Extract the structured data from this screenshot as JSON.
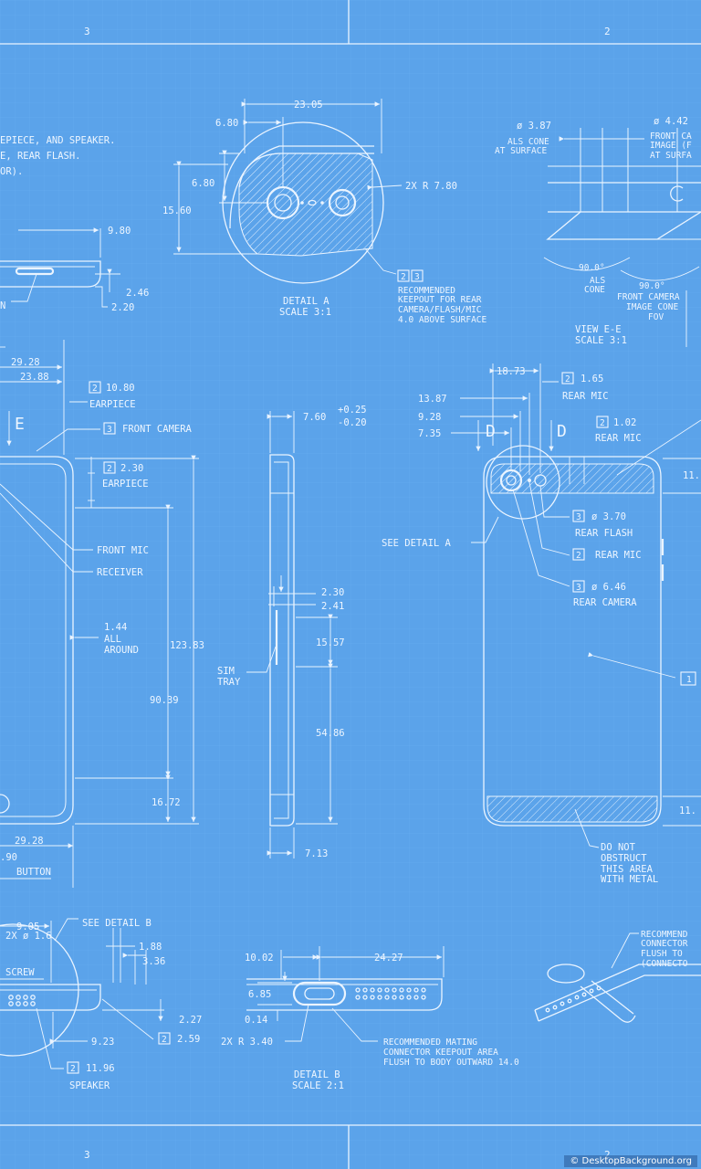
{
  "frame": {
    "zone_top_left": "3",
    "zone_top_right": "2",
    "zone_bottom_left": "3",
    "zone_bottom_right": "2"
  },
  "notes_top_left": [
    "EPIECE, AND SPEAKER.",
    "E, REAR FLASH.",
    "OR)."
  ],
  "detail_a": {
    "title": "DETAIL A",
    "scale": "SCALE 3:1",
    "dims": [
      "23.05",
      "6.80",
      "6.80",
      "15.60",
      "2X R 7.80"
    ],
    "note_tags": [
      "2",
      "3"
    ],
    "note": [
      "RECOMMENDED",
      "KEEPOUT FOR REAR",
      "CAMERA/FLASH/MIC",
      "4.0 ABOVE SURFACE"
    ]
  },
  "bottom_left_top_dims": [
    "9.80",
    "2.46",
    "2.20",
    "N"
  ],
  "view_ee": {
    "title": "VIEW E-E",
    "scale": "SCALE 3:1",
    "als_dia": "ø 3.87",
    "als_label": [
      "ALS CONE",
      "AT SURFACE"
    ],
    "front_dia": "ø 4.42",
    "front_label": [
      "FRONT CA",
      "IMAGE (F",
      "AT SURFA"
    ],
    "als_angle": [
      "90.0°",
      "ALS",
      "CONE"
    ],
    "front_angle": [
      "90.0°",
      "FRONT CAMERA",
      "IMAGE CONE",
      "FOV"
    ]
  },
  "front_view": {
    "dims": [
      "29.28",
      "23.88",
      "29.28",
      "123.83",
      "90.39",
      "16.72",
      "1.44",
      "ALL",
      "AROUND",
      ".90"
    ],
    "callouts": [
      {
        "tag": "2",
        "value": "10.80",
        "label": "EARPIECE"
      },
      {
        "tag": "3",
        "value": "",
        "label": "FRONT CAMERA"
      },
      {
        "tag": "2",
        "value": "2.30",
        "label": "EARPIECE"
      }
    ],
    "labels": [
      "FRONT MIC",
      "RECEIVER",
      "BUTTON"
    ],
    "section_mark": "E"
  },
  "side_view": {
    "dims": [
      "7.60",
      "+0.25",
      "-0.20",
      "2.30",
      "2.41",
      "15.57",
      "54.86",
      "7.13"
    ],
    "sim_label": [
      "SIM",
      "TRAY"
    ]
  },
  "back_view": {
    "dims": [
      "18.73",
      "13.87",
      "9.28",
      "7.35",
      "11.",
      "11."
    ],
    "section_mark": "D",
    "see_detail": "SEE DETAIL A",
    "callouts": [
      {
        "tag": "2",
        "value": "1.65",
        "label": "REAR MIC"
      },
      {
        "tag": "2",
        "value": "1.02",
        "label": "REAR MIC"
      },
      {
        "tag": "3",
        "value": "ø 3.70",
        "label": "REAR FLASH"
      },
      {
        "tag": "2",
        "value": "",
        "label": "REAR MIC"
      },
      {
        "tag": "3",
        "value": "ø 6.46",
        "label": "REAR CAMERA"
      },
      {
        "tag": "1",
        "value": "",
        "label": ""
      }
    ],
    "note": [
      "DO NOT",
      "OBSTRUCT",
      "THIS AREA",
      "WITH METAL"
    ]
  },
  "detail_b_left": {
    "dims": [
      "9.05",
      "1.88",
      "3.36",
      "2.27",
      "9.23",
      "2X ø 1.6"
    ],
    "see_detail": "SEE DETAIL B",
    "screw": "SCREW",
    "callouts": [
      {
        "tag": "2",
        "value": "2.59",
        "label": ""
      },
      {
        "tag": "2",
        "value": "11.96",
        "label": "SPEAKER"
      }
    ]
  },
  "detail_b": {
    "title": "DETAIL B",
    "scale": "SCALE 2:1",
    "dims": [
      "10.02",
      "24.27",
      "6.85",
      "0.14",
      "2X R 3.40"
    ],
    "note": [
      "RECOMMENDED MATING",
      "CONNECTOR KEEPOUT AREA",
      "FLUSH TO BODY OUTWARD 14.0"
    ]
  },
  "connector_note": [
    "RECOMMEND",
    "CONNECTOR",
    "FLUSH TO",
    "(CONNECTO"
  ],
  "watermark": "© DesktopBackground.org"
}
